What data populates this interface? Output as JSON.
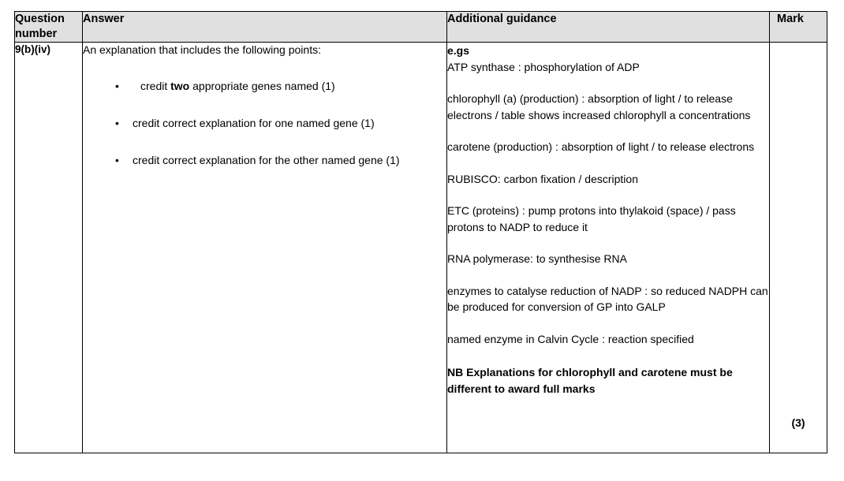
{
  "table": {
    "headers": {
      "question_number": "Question number",
      "answer": "Answer",
      "additional_guidance": "Additional guidance",
      "mark": "Mark"
    },
    "row": {
      "question_number": "9(b)(iv)",
      "answer": {
        "lead": "An explanation that includes the following points:",
        "points": [
          {
            "pre": "credit ",
            "bold": "two",
            "post": " appropriate genes named (1)"
          },
          {
            "pre": "credit correct explanation for one named gene (1)",
            "bold": "",
            "post": ""
          },
          {
            "pre": "credit correct explanation for the other named gene (1)",
            "bold": "",
            "post": ""
          }
        ],
        "bullet_glyph": "•"
      },
      "guidance": {
        "egs_label": "e.gs",
        "blocks": [
          "ATP synthase : phosphorylation of ADP",
          "chlorophyll (a) (production) : absorption of light / to release electrons /  table shows increased chlorophyll a concentrations",
          "carotene (production) : absorption of light / to release electrons",
          "RUBISCO: carbon fixation / description",
          "ETC (proteins) : pump protons into thylakoid (space) / pass protons to NADP to reduce it",
          "RNA polymerase: to synthesise RNA",
          "enzymes to catalyse reduction of NADP : so reduced NADPH can be produced for conversion of GP into GALP",
          "named enzyme in Calvin Cycle : reaction specified"
        ],
        "nb_note": "NB Explanations for chlorophyll and carotene must be different to award full marks"
      },
      "mark": "(3)"
    }
  },
  "colors": {
    "header_background": "#e0e0e0",
    "border": "#000000",
    "text": "#000000",
    "page_background": "#ffffff"
  }
}
